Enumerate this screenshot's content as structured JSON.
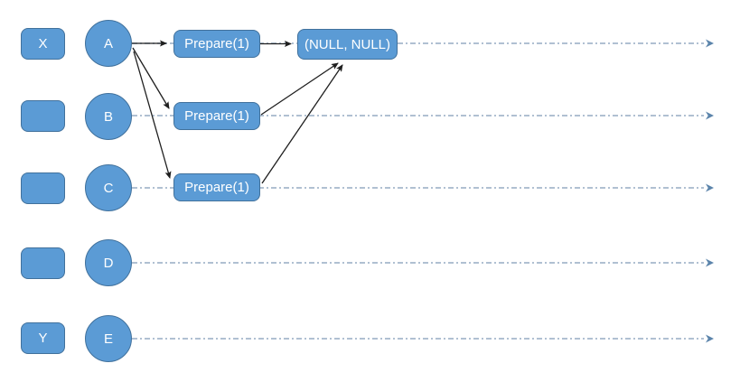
{
  "diagram": {
    "kind": "timeline-sequence-diagram",
    "lanes": [
      {
        "queue": "X",
        "node": "A"
      },
      {
        "queue": "",
        "node": "B"
      },
      {
        "queue": "",
        "node": "C"
      },
      {
        "queue": "",
        "node": "D"
      },
      {
        "queue": "Y",
        "node": "E"
      }
    ],
    "events": {
      "prepare_a": "Prepare(1)",
      "null_null": "(NULL, NULL)",
      "prepare_b": "Prepare(1)",
      "prepare_c": "Prepare(1)"
    },
    "icons": {
      "timeline_arrowhead": "chevron-right-icon",
      "message_arrowhead": "triangle-right-icon"
    },
    "colors": {
      "shape_fill": "#5b9bd5",
      "shape_border": "#41719c",
      "shape_text": "#ffffff",
      "timeline_line": "#a5b8cb",
      "timeline_arrowhead": "#5b84ab",
      "message_arrow": "#1f1f1f",
      "background": "#ffffff"
    }
  }
}
